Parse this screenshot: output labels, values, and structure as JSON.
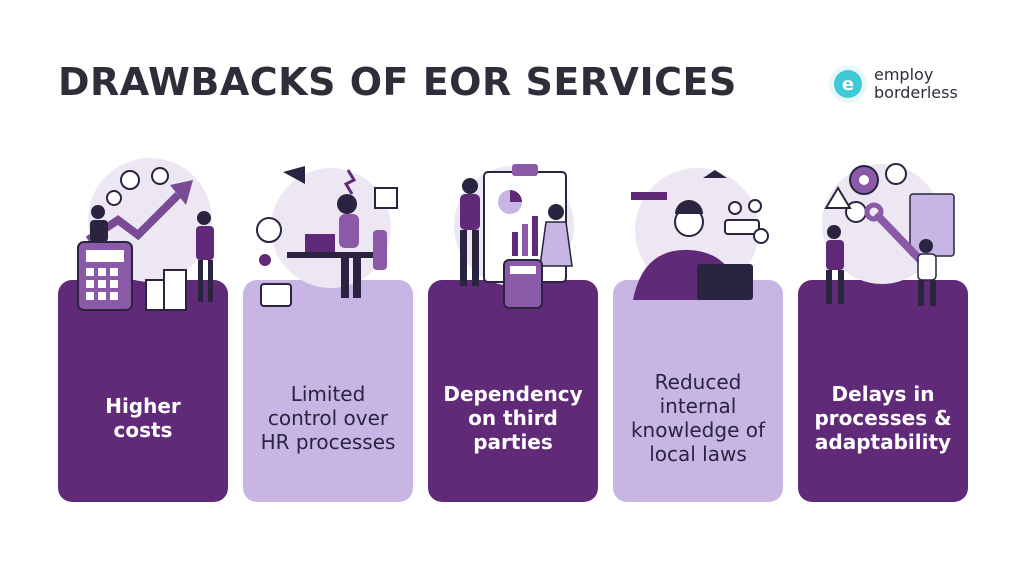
{
  "header": {
    "title": "DRAWBACKS OF EOR SERVICES",
    "logo_text_line1": "employ",
    "logo_text_line2": "borderless",
    "logo_letter": "e"
  },
  "colors": {
    "dark_purple": "#612a78",
    "light_purple": "#c7b6e3",
    "title_text": "#2e2e3a",
    "logo_teal": "#3fc9d6"
  },
  "cards": [
    {
      "label": "Higher costs",
      "lines": [
        "Higher",
        "costs"
      ],
      "style": "dark",
      "icon": "rising-costs-illustration"
    },
    {
      "label": "Limited control over HR processes",
      "lines": [
        "Limited",
        "control over",
        "HR processes"
      ],
      "style": "light",
      "icon": "stressed-worker-illustration"
    },
    {
      "label": "Dependency on third parties",
      "lines": [
        "Dependency",
        "on third",
        "parties"
      ],
      "style": "dark",
      "icon": "presentation-board-illustration"
    },
    {
      "label": "Reduced internal knowledge of local laws",
      "lines": [
        "Reduced",
        "internal",
        "knowledge of",
        "local laws"
      ],
      "style": "light",
      "icon": "confused-laptop-user-illustration"
    },
    {
      "label": "Delays in processes & adaptability",
      "lines": [
        "Delays in",
        "processes &",
        "adaptability"
      ],
      "style": "dark",
      "icon": "gears-wrench-illustration"
    }
  ]
}
